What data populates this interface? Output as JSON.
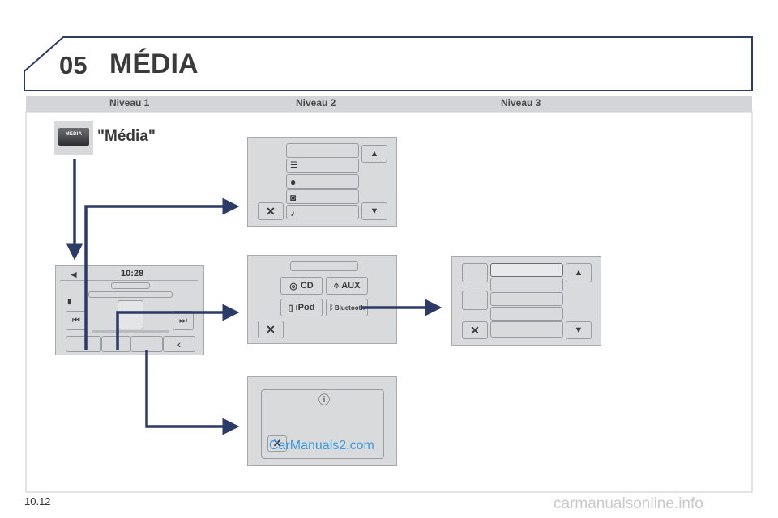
{
  "header": {
    "chapter": "05",
    "title": "MÉDIA"
  },
  "columns": [
    "Niveau 1",
    "Niveau 2",
    "Niveau 3"
  ],
  "level1": {
    "media_button_text": "MEDIA",
    "media_label": "\"Média\"",
    "time": "10:28"
  },
  "level2": {
    "sources": {
      "cd": "CD",
      "aux": "AUX",
      "ipod": "iPod",
      "bluetooth": "Bluetooth"
    }
  },
  "overlays": {
    "carmanuals": "CarManuals2.com"
  },
  "footer": {
    "page": "10.12",
    "watermark": "carmanualsonline.info"
  },
  "colors": {
    "arrow": "#2b3a67",
    "frame": "#2b3a67"
  }
}
